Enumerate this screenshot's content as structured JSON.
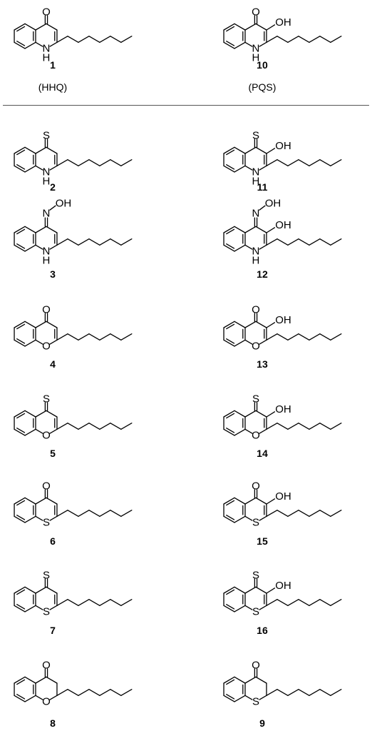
{
  "divider_present": true,
  "compounds": [
    {
      "number": "1",
      "name": "(HHQ)",
      "heteroatom": "N",
      "carbonyl": "O",
      "hydroxyl": false,
      "saturated": false
    },
    {
      "number": "10",
      "name": "(PQS)",
      "heteroatom": "N",
      "carbonyl": "O",
      "hydroxyl": true,
      "saturated": false
    },
    {
      "number": "2",
      "name": "",
      "heteroatom": "N",
      "carbonyl": "S",
      "hydroxyl": false,
      "saturated": false
    },
    {
      "number": "11",
      "name": "",
      "heteroatom": "N",
      "carbonyl": "S",
      "hydroxyl": true,
      "saturated": false
    },
    {
      "number": "3",
      "name": "",
      "heteroatom": "N",
      "carbonyl": "NOH",
      "hydroxyl": false,
      "saturated": false
    },
    {
      "number": "12",
      "name": "",
      "heteroatom": "N",
      "carbonyl": "NOH",
      "hydroxyl": true,
      "saturated": false
    },
    {
      "number": "4",
      "name": "",
      "heteroatom": "O",
      "carbonyl": "O",
      "hydroxyl": false,
      "saturated": false
    },
    {
      "number": "13",
      "name": "",
      "heteroatom": "O",
      "carbonyl": "O",
      "hydroxyl": true,
      "saturated": false
    },
    {
      "number": "5",
      "name": "",
      "heteroatom": "O",
      "carbonyl": "S",
      "hydroxyl": false,
      "saturated": false
    },
    {
      "number": "14",
      "name": "",
      "heteroatom": "O",
      "carbonyl": "S",
      "hydroxyl": true,
      "saturated": false
    },
    {
      "number": "6",
      "name": "",
      "heteroatom": "S",
      "carbonyl": "O",
      "hydroxyl": false,
      "saturated": false
    },
    {
      "number": "15",
      "name": "",
      "heteroatom": "S",
      "carbonyl": "O",
      "hydroxyl": true,
      "saturated": false
    },
    {
      "number": "7",
      "name": "",
      "heteroatom": "S",
      "carbonyl": "S",
      "hydroxyl": false,
      "saturated": false
    },
    {
      "number": "16",
      "name": "",
      "heteroatom": "S",
      "carbonyl": "S",
      "hydroxyl": true,
      "saturated": false
    },
    {
      "number": "8",
      "name": "",
      "heteroatom": "O",
      "carbonyl": "O",
      "hydroxyl": false,
      "saturated": true
    },
    {
      "number": "9",
      "name": "",
      "heteroatom": "S",
      "carbonyl": "O",
      "hydroxyl": false,
      "saturated": true
    }
  ],
  "labels": {
    "N": "N",
    "NH": "H",
    "O": "O",
    "S": "S",
    "OH": "OH",
    "N_oxime": "N",
    "OH_oxime": "OH"
  }
}
